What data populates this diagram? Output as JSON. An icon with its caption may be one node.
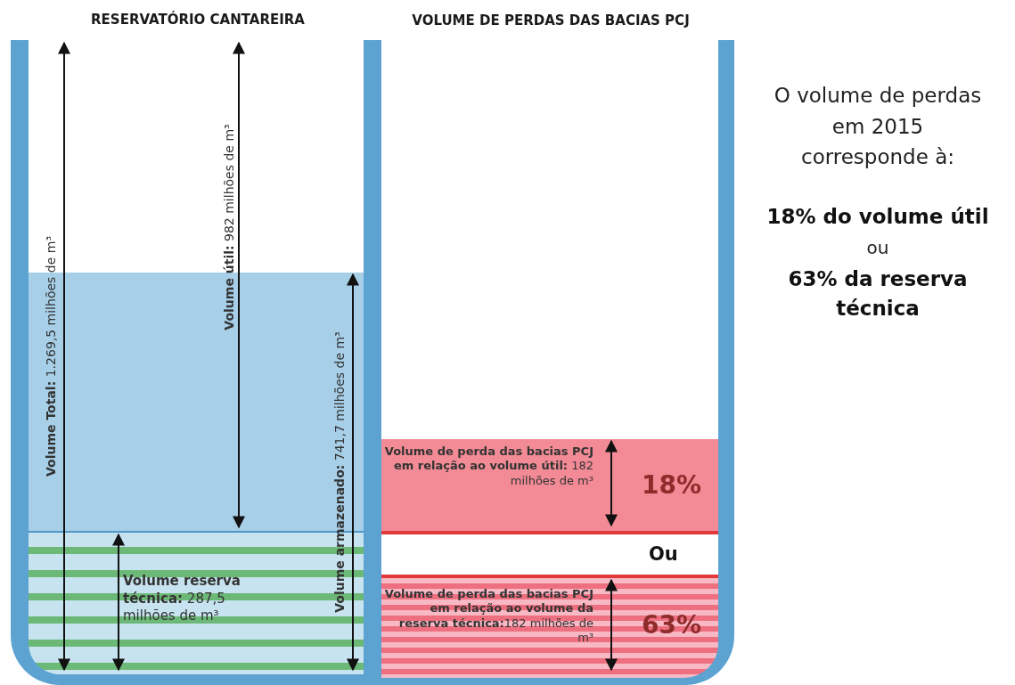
{
  "diagram": {
    "nodes": [
      {
        "text": [
          "RESERVATÓRIO CANTAREIRA"
        ]
      },
      {
        "text": [
          "VOLUME DE PERDAS DAS BACIAS PCJ"
        ]
      },
      {
        "text": [
          "**Volume de perda das bacias PCJ em relação ao volume útil:** 182 milhões de m³",
          "18%"
        ],
        "in": 1
      },
      {
        "text": [
          "**Volume de perda das bacias PCJ em relação ao volume da reserva técnica:**182 milhões de m³",
          "63%"
        ],
        "in": 1
      }
    ],
    "edges": [],
    "labels": [
      "**Volume Total:** 1.269,5 milhões de m³",
      "**Volume útil:** 982 milhões de m³",
      "**Volume armazenado:**  741,7 milhões de m³",
      "**Volume reserva técnica:** 287,5 milhões de m³",
      "Ou",
      "O volume de perdas em 2015 corresponde à:",
      "18% do volume útil",
      "ou",
      "63% da reserva técnica"
    ]
  }
}
